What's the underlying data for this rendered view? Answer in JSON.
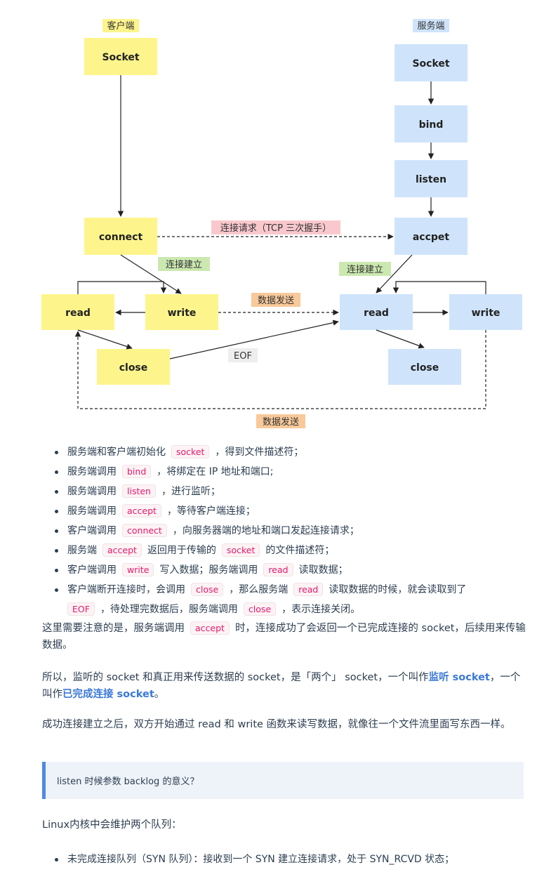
{
  "diagram": {
    "client_label": "客户端",
    "server_label": "服务端",
    "client_socket": "Socket",
    "client_connect": "connect",
    "client_read": "read",
    "client_write": "write",
    "client_close": "close",
    "server_socket": "Socket",
    "server_bind": "bind",
    "server_listen": "listen",
    "server_accept": "accpet",
    "server_read": "read",
    "server_write": "write",
    "server_close": "close",
    "conn_request": "连接请求（TCP 三次握手）",
    "client_established": "连接建立",
    "server_established": "连接建立",
    "send_data_top": "数据发送",
    "eof": "EOF",
    "send_data_bottom": "数据发送"
  },
  "bullets": [
    {
      "pre": "服务端和客户端初始化",
      "code": "socket",
      "post": "，得到文件描述符；"
    },
    {
      "pre": "服务端调用",
      "code": "bind",
      "post": "，将绑定在 IP 地址和端口;"
    },
    {
      "pre": "服务端调用",
      "code": "listen",
      "post": "，进行监听；"
    },
    {
      "pre": "服务端调用",
      "code": "accept",
      "post": "，等待客户端连接；"
    },
    {
      "pre": "客户端调用",
      "code": "connect",
      "post": "，向服务器端的地址和端口发起连接请求；"
    },
    {
      "pre": "服务端",
      "code": "accept",
      "mid": "返回用于传输的",
      "code2": "socket",
      "post": "的文件描述符；"
    },
    {
      "pre": "客户端调用",
      "code": "write",
      "mid": "写入数据；服务端调用",
      "code2": "read",
      "post": "读取数据；"
    },
    {
      "pre": "客户端断开连接时，会调用",
      "code": "close",
      "mid": "，那么服务端",
      "code2": "read",
      "post": "读取数据的时候，就会读取到了",
      "code3": "EOF",
      "post2": "，待处理完数据后，服务端调用",
      "code4": "close",
      "post3": "，表示连接关闭。"
    }
  ],
  "para1": {
    "pre": "这里需要注意的是，服务端调用",
    "code": "accept",
    "post": "时，连接成功了会返回一个已完成连接的 socket，后续用来传输数据。"
  },
  "para2": {
    "pre": "所以，监听的 socket 和真正用来传送数据的 socket，是「两个」 socket，一个叫作",
    "strong1": "监听 socket",
    "mid": "，一个叫作",
    "strong2": "已完成连接 socket",
    "post": "。"
  },
  "para3": "成功连接建立之后，双方开始通过 read 和 write 函数来读写数据，就像往一个文件流里面写东西一样。",
  "quote": "listen 时候参数 backlog 的意义？",
  "para4": "Linux内核中会维护两个队列：",
  "bullet_last": "未完成连接队列（SYN 队列）：接收到一个 SYN 建立连接请求，处于 SYN_RCVD 状态；",
  "colors": {
    "client_box": "#fdf58c",
    "server_box": "#cfe4fb",
    "request_tag": "#f9c8cc",
    "established_tag": "#cbe8b0",
    "data_tag": "#f8c99a",
    "eof_tag": "#eeeeee"
  }
}
